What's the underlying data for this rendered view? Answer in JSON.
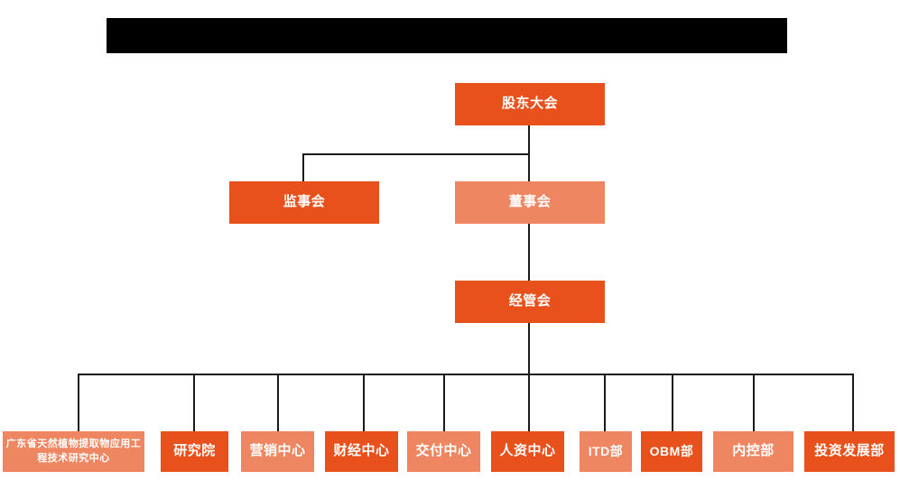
{
  "page": {
    "background_color": "#ffffff",
    "title_banner": {
      "label": "",
      "redacted": "true",
      "color": "#000000"
    }
  },
  "palette": {
    "accent_dark": "#E8501C",
    "accent_light": "#EE8662",
    "line": "#1a1a1a",
    "node_text": "#ffffff"
  },
  "chart_data": {
    "type": "diagram",
    "subtype": "organization-chart",
    "title": "",
    "orientation": "top-down",
    "levels": [
      {
        "level": 1,
        "nodes": [
          {
            "id": "shareholders",
            "label": "股东大会",
            "style": "dark"
          }
        ]
      },
      {
        "level": 2,
        "nodes": [
          {
            "id": "supervisors",
            "label": "监事会",
            "style": "dark"
          },
          {
            "id": "directors",
            "label": "董事会",
            "style": "light"
          }
        ]
      },
      {
        "level": 3,
        "nodes": [
          {
            "id": "management",
            "label": "经管会",
            "style": "dark"
          }
        ]
      },
      {
        "level": 4,
        "nodes": [
          {
            "id": "research-center",
            "label": "广东省天然植物提取物应用工程技术研究中心",
            "style": "light"
          },
          {
            "id": "institute",
            "label": "研究院",
            "style": "dark"
          },
          {
            "id": "marketing-center",
            "label": "营销中心",
            "style": "light"
          },
          {
            "id": "finance-center",
            "label": "财经中心",
            "style": "dark"
          },
          {
            "id": "delivery-center",
            "label": "交付中心",
            "style": "light"
          },
          {
            "id": "hr-center",
            "label": "人资中心",
            "style": "dark"
          },
          {
            "id": "itd-dept",
            "label": "ITD部",
            "style": "light"
          },
          {
            "id": "obm-dept",
            "label": "OBM部",
            "style": "dark"
          },
          {
            "id": "internal-control-dept",
            "label": "内控部",
            "style": "light"
          },
          {
            "id": "investment-development-dept",
            "label": "投资发展部",
            "style": "dark"
          }
        ]
      }
    ],
    "edges": [
      {
        "from": "shareholders",
        "to": "supervisors"
      },
      {
        "from": "shareholders",
        "to": "directors"
      },
      {
        "from": "directors",
        "to": "management"
      },
      {
        "from": "management",
        "to": "research-center"
      },
      {
        "from": "management",
        "to": "institute"
      },
      {
        "from": "management",
        "to": "marketing-center"
      },
      {
        "from": "management",
        "to": "finance-center"
      },
      {
        "from": "management",
        "to": "delivery-center"
      },
      {
        "from": "management",
        "to": "hr-center"
      },
      {
        "from": "management",
        "to": "itd-dept"
      },
      {
        "from": "management",
        "to": "obm-dept"
      },
      {
        "from": "management",
        "to": "internal-control-dept"
      },
      {
        "from": "management",
        "to": "investment-development-dept"
      }
    ]
  },
  "nodes": {
    "shareholders": {
      "label": "股东大会"
    },
    "supervisors": {
      "label": "监事会"
    },
    "directors": {
      "label": "董事会"
    },
    "management": {
      "label": "经管会"
    },
    "research_center": {
      "label": "广东省天然植物提取物应用工程技术研究中心"
    },
    "institute": {
      "label": "研究院"
    },
    "marketing_center": {
      "label": "营销中心"
    },
    "finance_center": {
      "label": "财经中心"
    },
    "delivery_center": {
      "label": "交付中心"
    },
    "hr_center": {
      "label": "人资中心"
    },
    "itd_dept": {
      "label": "ITD部"
    },
    "obm_dept": {
      "label": "OBM部"
    },
    "internal_control_dept": {
      "label": "内控部"
    },
    "investment_development_dept": {
      "label": "投资发展部"
    }
  }
}
